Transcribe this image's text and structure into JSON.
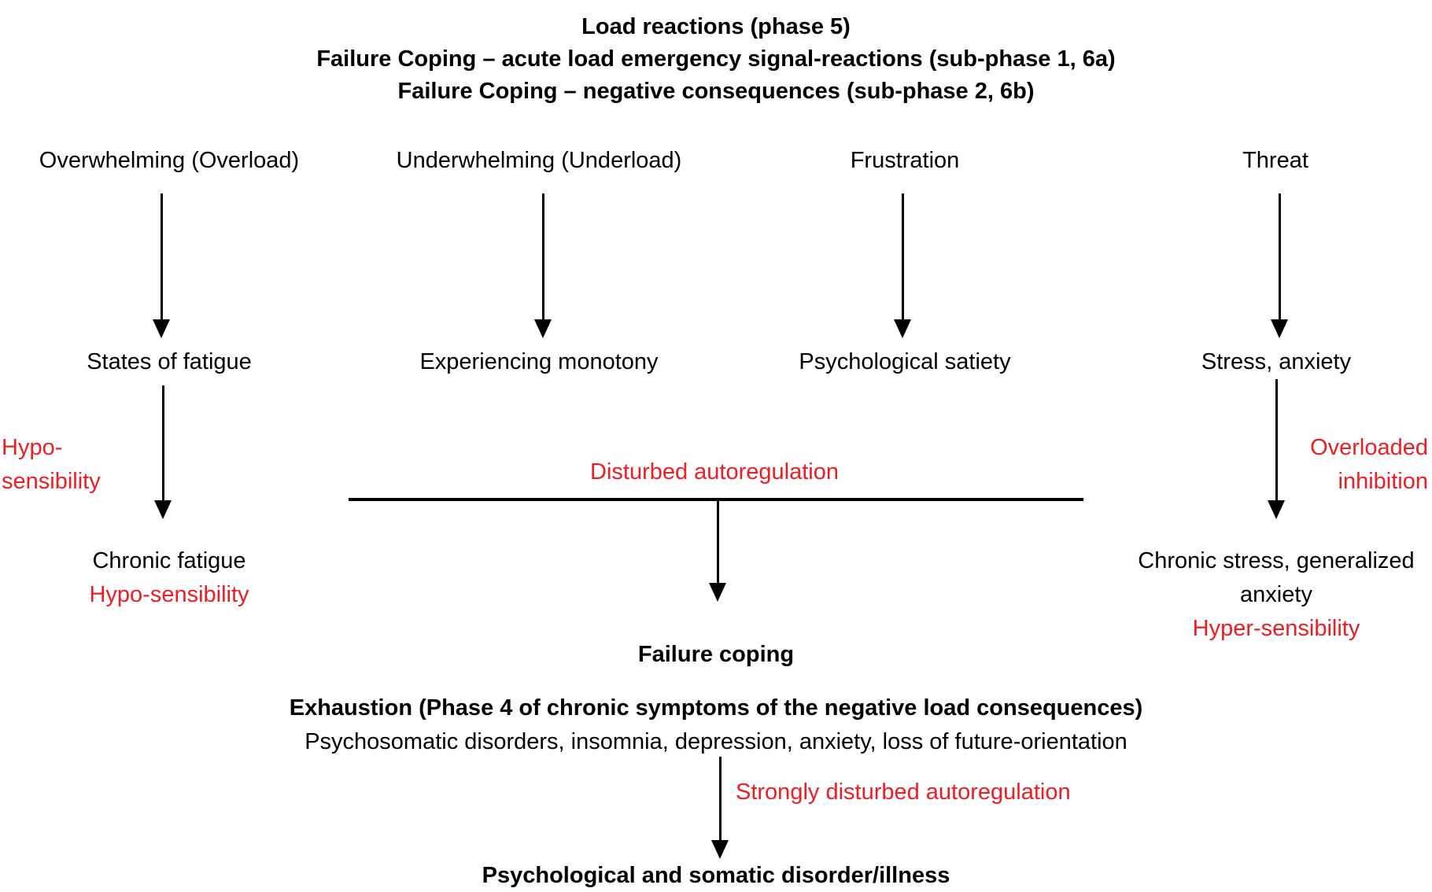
{
  "colors": {
    "accent_red": "#ee1d23",
    "text_black": "#000000",
    "background": "#ffffff"
  },
  "title": {
    "line1": "Load reactions (phase 5)",
    "line2": "Failure Coping – acute load emergency signal-reactions (sub-phase 1, 6a)",
    "line3": "Failure Coping – negative consequences (sub-phase 2, 6b)"
  },
  "columns": [
    {
      "header": "Overwhelming (Overload)",
      "reaction": "States of fatigue"
    },
    {
      "header": "Underwhelming (Underload)",
      "reaction": "Experiencing monotony"
    },
    {
      "header": "Frustration",
      "reaction": "Psychological satiety"
    },
    {
      "header": "Threat",
      "reaction": "Stress, anxiety"
    }
  ],
  "left_branch": {
    "annotation_line1": "Hypo-",
    "annotation_line2": "sensibility",
    "outcome": "Chronic fatigue",
    "outcome_annotation": "Hypo-sensibility"
  },
  "right_branch": {
    "annotation_line1": "Overloaded",
    "annotation_line2": "inhibition",
    "outcome_line1": "Chronic stress, generalized",
    "outcome_line2": "anxiety",
    "outcome_annotation": "Hyper-sensibility"
  },
  "center_flow": {
    "annotation": "Disturbed autoregulation",
    "node": "Failure coping",
    "exhaustion_heading": "Exhaustion (Phase 4 of chronic symptoms of the negative load consequences)",
    "exhaustion_detail": "Psychosomatic disorders, insomnia, depression, anxiety, loss of future-orientation",
    "annotation2": "Strongly disturbed autoregulation",
    "final_node": "Psychological and somatic disorder/illness"
  }
}
